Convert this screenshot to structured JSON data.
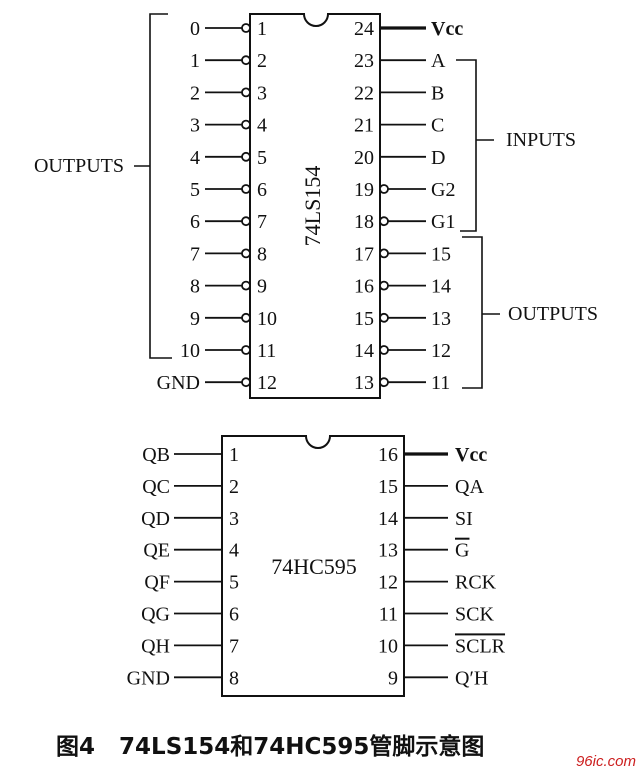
{
  "chips": [
    {
      "name": "74LS154",
      "left_pins": [
        {
          "num": "1",
          "label": "0",
          "bubble": true
        },
        {
          "num": "2",
          "label": "1",
          "bubble": true
        },
        {
          "num": "3",
          "label": "2",
          "bubble": true
        },
        {
          "num": "4",
          "label": "3",
          "bubble": true
        },
        {
          "num": "5",
          "label": "4",
          "bubble": true
        },
        {
          "num": "6",
          "label": "5",
          "bubble": true
        },
        {
          "num": "7",
          "label": "6",
          "bubble": true
        },
        {
          "num": "8",
          "label": "7",
          "bubble": true
        },
        {
          "num": "9",
          "label": "8",
          "bubble": true
        },
        {
          "num": "10",
          "label": "9",
          "bubble": true
        },
        {
          "num": "11",
          "label": "10",
          "bubble": true
        },
        {
          "num": "12",
          "label": "GND",
          "bubble": true
        }
      ],
      "right_pins": [
        {
          "num": "24",
          "label": "Vcc",
          "bubble": false,
          "bold": true
        },
        {
          "num": "23",
          "label": "A",
          "bubble": false
        },
        {
          "num": "22",
          "label": "B",
          "bubble": false
        },
        {
          "num": "21",
          "label": "C",
          "bubble": false
        },
        {
          "num": "20",
          "label": "D",
          "bubble": false
        },
        {
          "num": "19",
          "label": "G2",
          "bubble": true
        },
        {
          "num": "18",
          "label": "G1",
          "bubble": true
        },
        {
          "num": "17",
          "label": "15",
          "bubble": true
        },
        {
          "num": "16",
          "label": "14",
          "bubble": true
        },
        {
          "num": "15",
          "label": "13",
          "bubble": true
        },
        {
          "num": "14",
          "label": "12",
          "bubble": true
        },
        {
          "num": "13",
          "label": "11",
          "bubble": true
        }
      ],
      "groups": {
        "left_outputs": "OUTPUTS",
        "right_inputs": "INPUTS",
        "right_outputs": "OUTPUTS"
      }
    },
    {
      "name": "74HC595",
      "left_pins": [
        {
          "num": "1",
          "label": "QB"
        },
        {
          "num": "2",
          "label": "QC"
        },
        {
          "num": "3",
          "label": "QD"
        },
        {
          "num": "4",
          "label": "QE"
        },
        {
          "num": "5",
          "label": "QF"
        },
        {
          "num": "6",
          "label": "QG"
        },
        {
          "num": "7",
          "label": "QH"
        },
        {
          "num": "8",
          "label": "GND"
        }
      ],
      "right_pins": [
        {
          "num": "16",
          "label": "Vcc",
          "bold": true
        },
        {
          "num": "15",
          "label": "QA"
        },
        {
          "num": "14",
          "label": "SI"
        },
        {
          "num": "13",
          "label": "G",
          "overline": true
        },
        {
          "num": "12",
          "label": "RCK"
        },
        {
          "num": "11",
          "label": "SCK"
        },
        {
          "num": "10",
          "label": "SCLR",
          "overline": true
        },
        {
          "num": "9",
          "label": "Q′H"
        }
      ]
    }
  ],
  "caption": "图4   74LS154和74HC595管脚示意图",
  "watermark": "96ic.com"
}
